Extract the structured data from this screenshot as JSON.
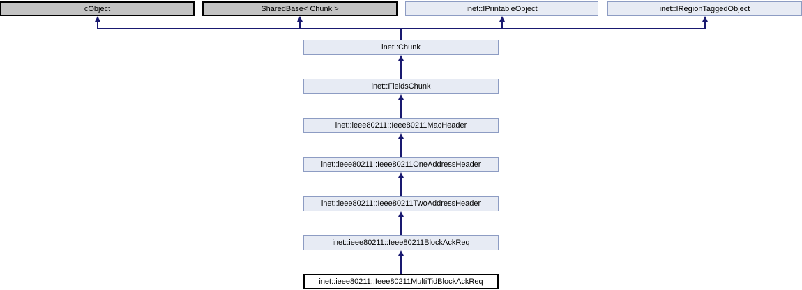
{
  "diagram": {
    "colors": {
      "edge": "#191970",
      "external_fill": "#C3C3C3",
      "external_border": "#000000",
      "class_fill": "#E7EBF4",
      "class_border": "#8D9CC3",
      "current_fill": "#FFFFFF",
      "current_border": "#000000"
    },
    "nodes": [
      {
        "id": "cobject",
        "label": "cObject",
        "kind": "external"
      },
      {
        "id": "sharedbase",
        "label": "SharedBase< Chunk >",
        "kind": "external"
      },
      {
        "id": "iprintableobject",
        "label": "inet::IPrintableObject",
        "kind": "class"
      },
      {
        "id": "iregiontaggedobject",
        "label": "inet::IRegionTaggedObject",
        "kind": "class"
      },
      {
        "id": "chunk",
        "label": "inet::Chunk",
        "kind": "class"
      },
      {
        "id": "fieldschunk",
        "label": "inet::FieldsChunk",
        "kind": "class"
      },
      {
        "id": "macheader",
        "label": "inet::ieee80211::Ieee80211MacHeader",
        "kind": "class"
      },
      {
        "id": "oneaddressheader",
        "label": "inet::ieee80211::Ieee80211OneAddressHeader",
        "kind": "class"
      },
      {
        "id": "twoaddressheader",
        "label": "inet::ieee80211::Ieee80211TwoAddressHeader",
        "kind": "class"
      },
      {
        "id": "blockackreq",
        "label": "inet::ieee80211::Ieee80211BlockAckReq",
        "kind": "class"
      },
      {
        "id": "multitidblockackackreq_placeholder_unused",
        "label": "",
        "kind": ""
      },
      {
        "id": "multitidblockackreq",
        "label": "inet::ieee80211::Ieee80211MultiTidBlockAckReq",
        "kind": "current"
      }
    ],
    "edges": [
      {
        "from": "chunk",
        "to": "cobject"
      },
      {
        "from": "chunk",
        "to": "sharedbase"
      },
      {
        "from": "chunk",
        "to": "iprintableobject"
      },
      {
        "from": "chunk",
        "to": "iregiontaggedobject"
      },
      {
        "from": "fieldschunk",
        "to": "chunk"
      },
      {
        "from": "macheader",
        "to": "fieldschunk"
      },
      {
        "from": "oneaddressheader",
        "to": "macheader"
      },
      {
        "from": "twoaddressheader",
        "to": "oneaddressheader"
      },
      {
        "from": "blockackreq",
        "to": "twoaddressheader"
      },
      {
        "from": "multitidblockackreq",
        "to": "blockackreq"
      }
    ]
  }
}
